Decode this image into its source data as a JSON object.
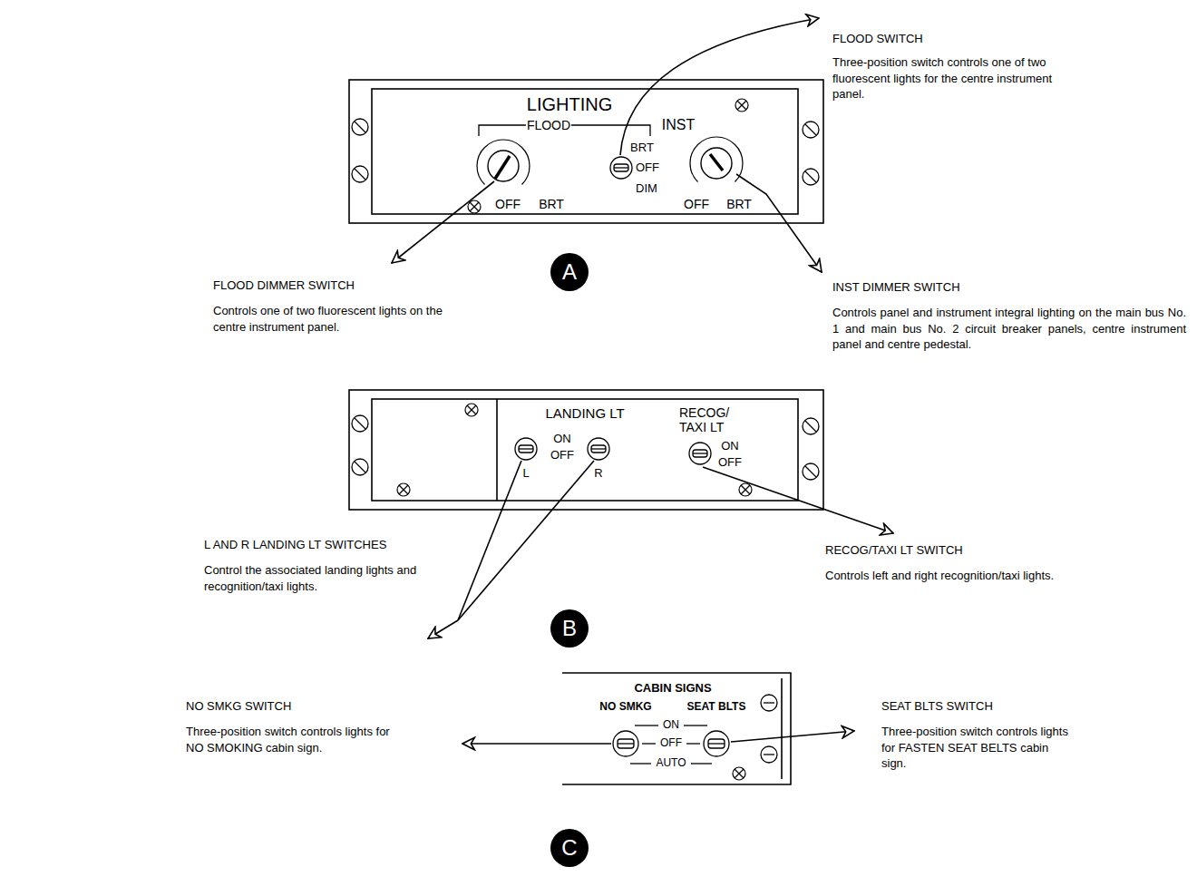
{
  "diagram": {
    "nodes": [
      {
        "text": [
          "LIGHTING",
          "FLOOD",
          "INST",
          "BRT",
          "OFF",
          "DIM",
          "OFF",
          "BRT",
          "OFF",
          "BRT"
        ]
      },
      {
        "text": [
          "A"
        ]
      },
      {
        "text": [
          "LANDING LT",
          "ON",
          "OFF",
          "L",
          "R",
          "RECOG/ TAXI LT",
          "ON",
          "OFF"
        ]
      },
      {
        "text": [
          "B"
        ]
      },
      {
        "text": [
          "CABIN SIGNS",
          "NO SMKG",
          "SEAT BLTS",
          "ON",
          "OFF",
          "AUTO"
        ]
      },
      {
        "text": [
          "C"
        ]
      }
    ],
    "labels": [
      "FLOOD SWITCH",
      "Three-position switch controls one of two fluorescent lights for the centre instrument panel.",
      "FLOOD DIMMER SWITCH",
      "Controls one of two fluorescent lights on the centre instrument panel.",
      "INST DIMMER SWITCH",
      "Controls panel and instrument integral lighting on the main bus No. 1 and main bus No. 2 circuit breaker panels, centre instrument panel and centre pedestal.",
      "L AND R LANDING LT SWITCHES",
      "Control the associated landing lights and recognition/taxi lights.",
      "RECOG/TAXI LT SWITCH",
      "Controls left and right recognition/taxi lights.",
      "NO SMKG SWITCH",
      "Three-position switch controls lights for NO SMOKING cabin sign.",
      "SEAT BLTS SWITCH",
      "Three-position switch controls lights for FASTEN SEAT BELTS cabin sign."
    ]
  }
}
